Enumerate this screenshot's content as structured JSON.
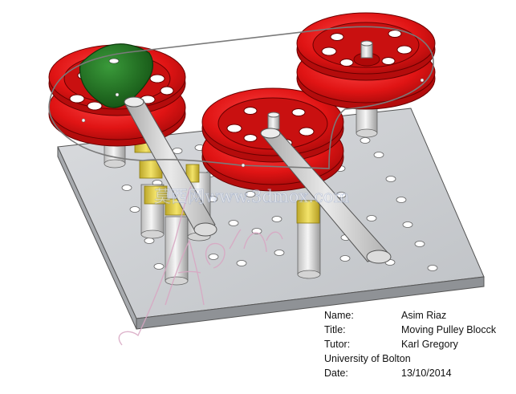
{
  "titleblock": {
    "name_label": "Name:",
    "name_value": "Asim Riaz",
    "title_label": "Title:",
    "title_value": "Moving Pulley Blocck",
    "tutor_label": "Tutor:",
    "tutor_value": "Karl Gregory",
    "institution": "University of Bolton",
    "date_label": "Date:",
    "date_value": "13/10/2014"
  },
  "watermark": {
    "text": "莫西网www.3dmox.com",
    "signature": "Asim"
  },
  "colors": {
    "background": "#ffffff",
    "base_plate": "#cfd1d4",
    "pulley_red": "#e01414",
    "cam_green": "#1f7a1f",
    "spacer_yellow": "#e8d84a",
    "shaft_grey": "#e4e4e4",
    "belt": "#808080"
  }
}
